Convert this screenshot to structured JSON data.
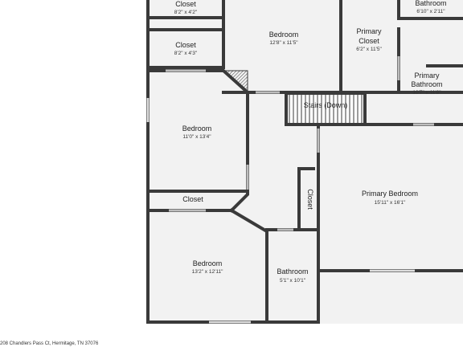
{
  "rooms": {
    "closet_top": {
      "name": "Closet",
      "dim": "8'2\" x 4'2\""
    },
    "closet_second": {
      "name": "Closet",
      "dim": "8'2\" x 4'3\""
    },
    "bedroom_top": {
      "name": "Bedroom",
      "dim": "12'8\" x 11'5\""
    },
    "primary_closet": {
      "name_line1": "Primary",
      "name_line2": "Closet",
      "dim": "6'2\" x 11'5\""
    },
    "bathroom_top": {
      "name": "Bathroom",
      "dim": "6'10\" x 2'11\""
    },
    "primary_bathroom": {
      "name_line1": "Primary",
      "name_line2": "Bathroom",
      "dim": "10'7\" x 11'8\""
    },
    "stairs": {
      "name": "Stairs (Down)"
    },
    "bedroom_left": {
      "name": "Bedroom",
      "dim": "11'0\" x 13'4\""
    },
    "closet_hall": {
      "name": "Closet"
    },
    "closet_vertical": {
      "name": "Closet"
    },
    "primary_bedroom": {
      "name": "Primary Bedroom",
      "dim": "15'11\" x 16'1\""
    },
    "bedroom_bottom": {
      "name": "Bedroom",
      "dim": "13'2\" x 12'11\""
    },
    "bathroom_bottom": {
      "name": "Bathroom",
      "dim": "5'1\" x 10'1\""
    }
  },
  "footer": {
    "address": "208 Chandlers Pass Ct, Hermitage, TN 37076"
  }
}
